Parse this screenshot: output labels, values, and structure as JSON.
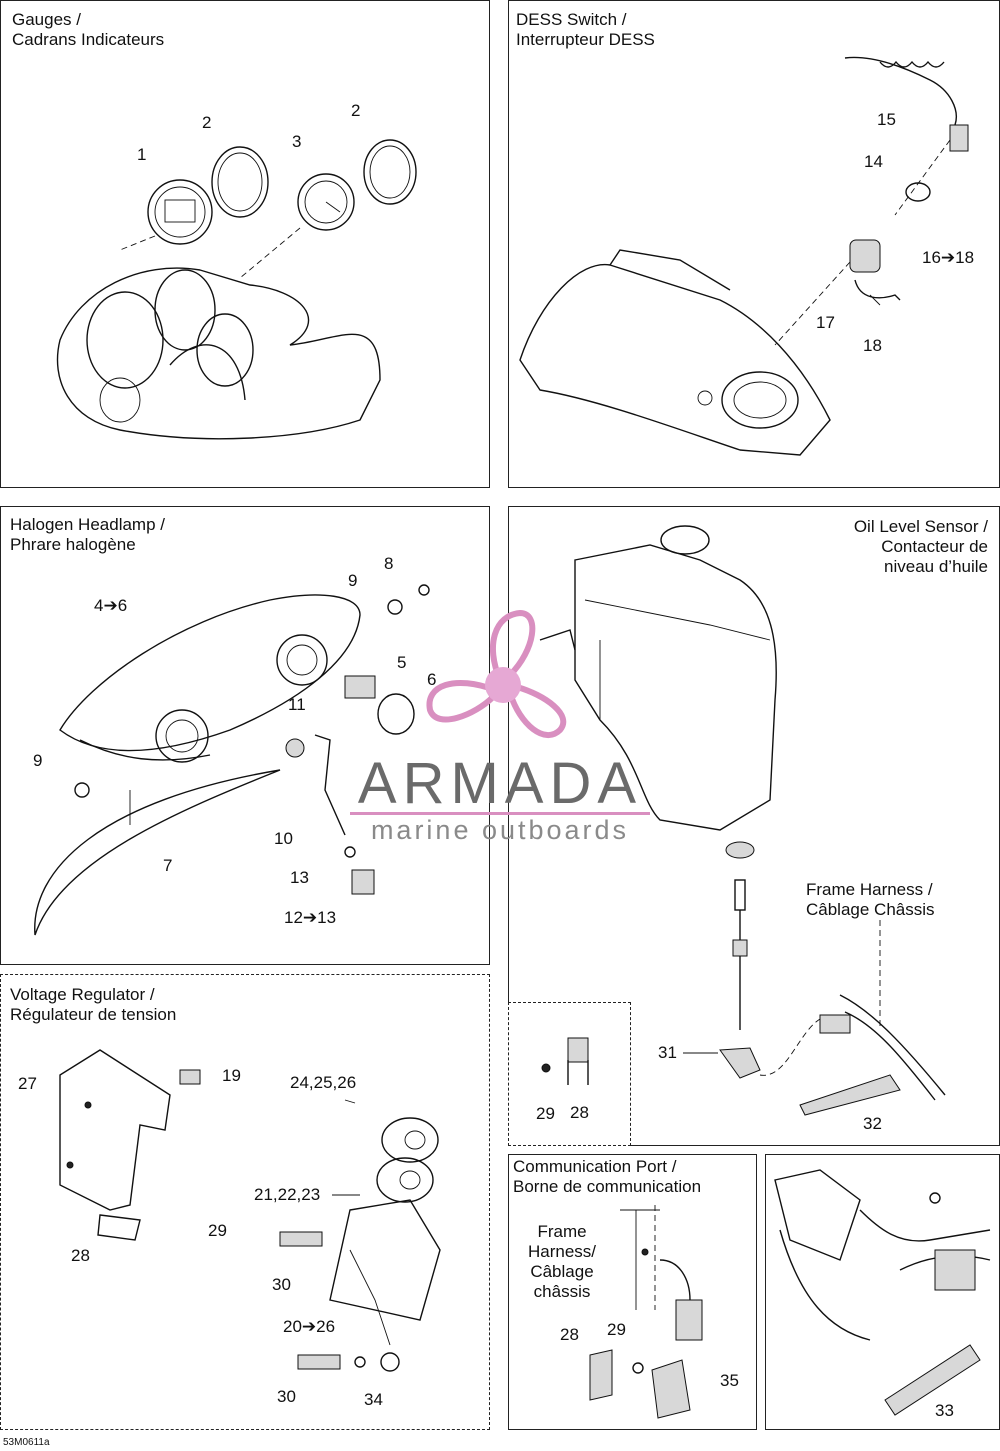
{
  "panels": {
    "gauges": {
      "title": "Gauges /\nCadrans Indicateurs",
      "callouts": [
        "1",
        "2",
        "3",
        "2"
      ]
    },
    "dess": {
      "title": "DESS Switch /\nInterrupteur DESS",
      "callouts": [
        "15",
        "14",
        "16➔18",
        "17",
        "18"
      ]
    },
    "headlamp": {
      "title": "Halogen Headlamp /\nPhrare halogène",
      "callouts": [
        "8",
        "9",
        "4➔6",
        "5",
        "6",
        "11",
        "9",
        "10",
        "7",
        "13",
        "12➔13"
      ]
    },
    "oil": {
      "title": "Oil Level Sensor /\nContacteur de\nniveau d’huile",
      "callouts": [
        "31",
        "32"
      ],
      "frame_label": "Frame Harness /\nCâblage Châssis"
    },
    "clip": {
      "callouts": [
        "29",
        "28"
      ]
    },
    "voltage": {
      "title": "Voltage Regulator /\nRégulateur de tension",
      "callouts": [
        "27",
        "19",
        "24,25,26",
        "21,22,23",
        "29",
        "28",
        "30",
        "20➔26",
        "30",
        "34"
      ]
    },
    "comm": {
      "title": "Communication Port /\nBorne de communication",
      "frame_label": "Frame\nHarness/\nCâblage\nchâssis",
      "callouts": [
        "28",
        "29",
        "35"
      ]
    },
    "frame": {
      "callouts": [
        "33"
      ]
    }
  },
  "watermark": {
    "brand": "ARMADA",
    "tagline": "marine outboards"
  },
  "doc_ref": "53M0611a"
}
